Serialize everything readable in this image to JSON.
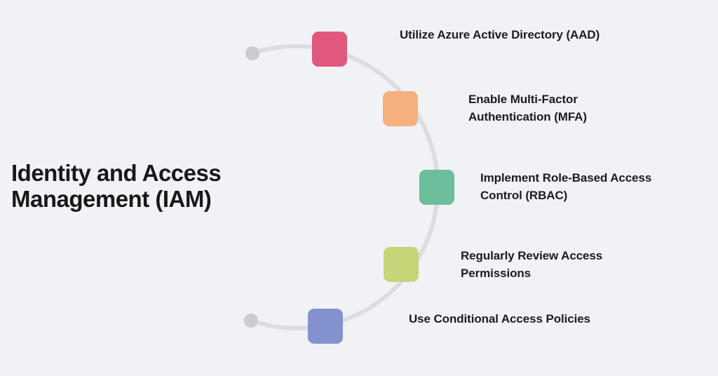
{
  "canvas": {
    "background_color": "#f1f2f6"
  },
  "title": {
    "text": "Identity and Access\nManagement (IAM)",
    "color": "#17181a"
  },
  "arc": {
    "line_color": "#dcdde1",
    "endpoint_dot_color": "#cbccd0"
  },
  "steps": [
    {
      "label": "Utilize Azure Active Directory (AAD)",
      "marker_color": "#e0587b"
    },
    {
      "label": "Enable Multi-Factor\nAuthentication (MFA)",
      "marker_color": "#f5b07e"
    },
    {
      "label": "Implement Role-Based Access\nControl (RBAC)",
      "marker_color": "#6cbe9c"
    },
    {
      "label": "Regularly Review Access\nPermissions",
      "marker_color": "#c4d677"
    },
    {
      "label": "Use Conditional Access Policies",
      "marker_color": "#8392cf"
    }
  ]
}
